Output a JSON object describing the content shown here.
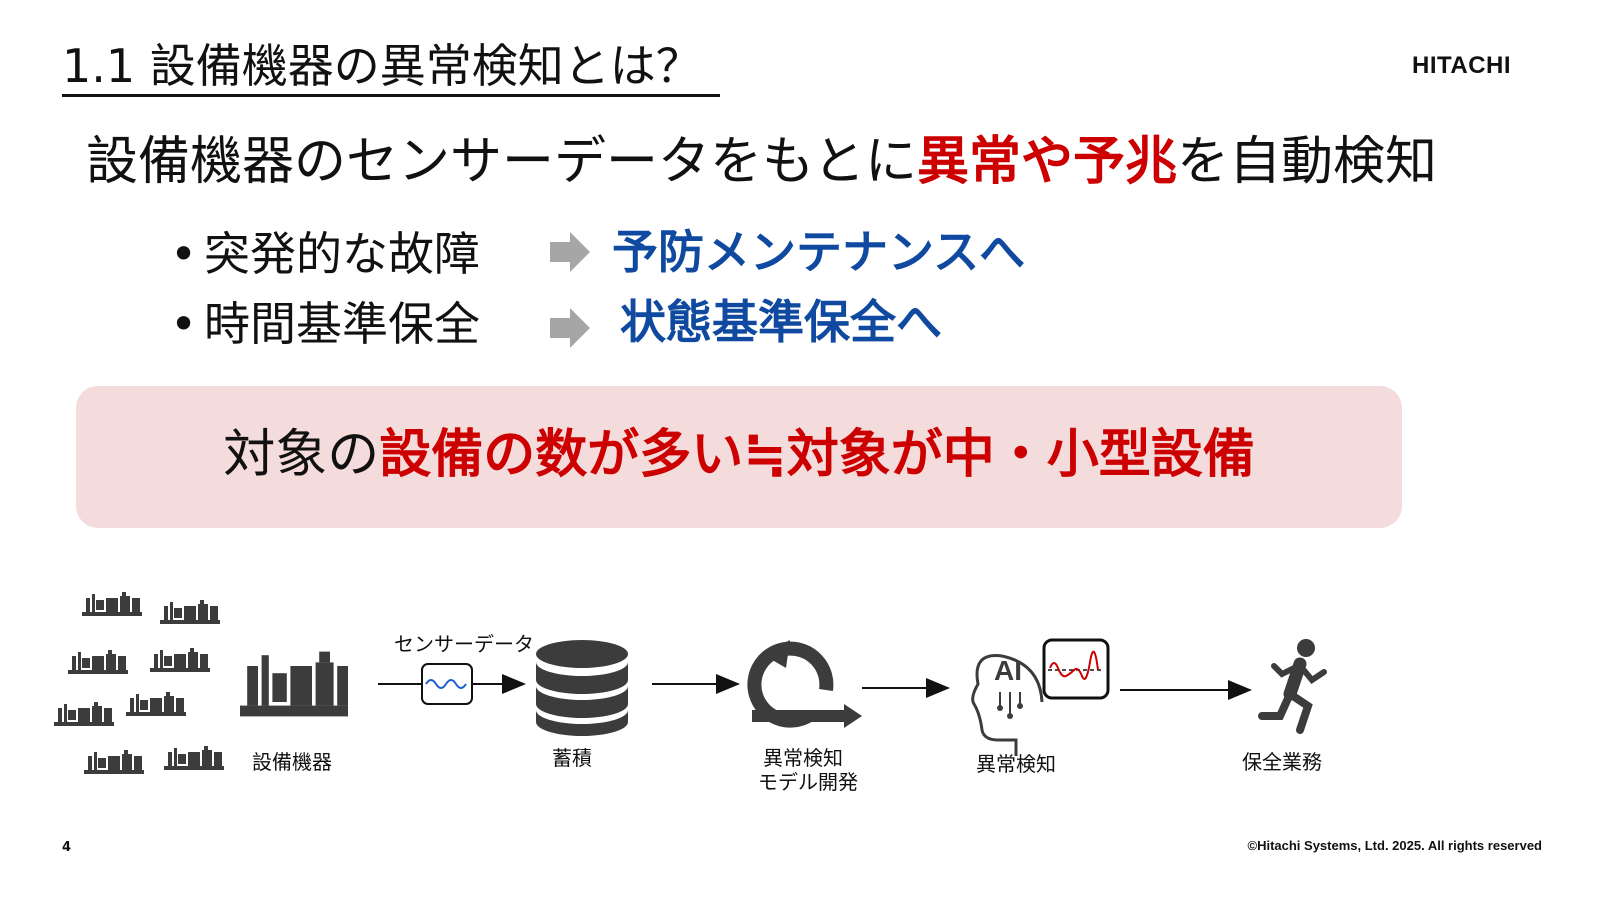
{
  "header": {
    "title": "1.1 設備機器の異常検知とは？",
    "logo": "HITACHI"
  },
  "headline": {
    "part1": "設備機器のセンサーデータをもとに",
    "highlight1": "異常",
    "mid": "や",
    "highlight2": "予兆",
    "part2": "を自動検知"
  },
  "bullets": [
    {
      "dot": "•",
      "from": "突発的な故障",
      "to": "予防メンテナンスへ"
    },
    {
      "dot": "•",
      "from": "時間基準保全",
      "to": "状態基準保全へ"
    }
  ],
  "callout": {
    "part1": "対象の",
    "highlight": "設備の数が多い≒対象が中・小型設備"
  },
  "flow": {
    "sensor_label": "センサーデータ",
    "steps": [
      {
        "label": "設備機器",
        "icon": "machine-icon"
      },
      {
        "label": "蓄積",
        "icon": "database-icon"
      },
      {
        "label1": "異常検知",
        "label2": "モデル開発",
        "icon": "cycle-arrow-icon"
      },
      {
        "label": "異常検知",
        "icon": "ai-head-icon"
      },
      {
        "label": "保全業務",
        "icon": "running-person-icon"
      }
    ]
  },
  "footer": {
    "page": "4",
    "copyright": "©Hitachi Systems, Ltd. 2025. All rights reserved"
  },
  "colors": {
    "accent_red": "#cc0000",
    "accent_blue": "#0f4aa0",
    "callout_bg": "#f4dcdc",
    "icon_gray": "#3c3c3c",
    "arrow_gray": "#a6a6a6"
  }
}
